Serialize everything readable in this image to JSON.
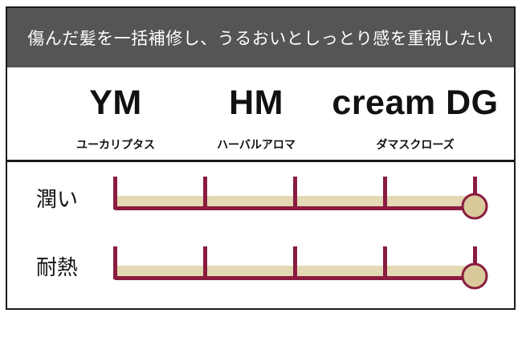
{
  "header": {
    "title": "傷んだ髪を一括補修し、うるおいとしっとり感を重視したい"
  },
  "products": [
    {
      "name": "YM",
      "scent": "ユーカリプタス"
    },
    {
      "name": "HM",
      "scent": "ハーバルアロマ"
    },
    {
      "name": "cream DG",
      "scent": "ダマスクローズ"
    }
  ],
  "ratings": [
    {
      "label": "潤い",
      "level": 5,
      "max": 5
    },
    {
      "label": "耐熱",
      "level": 5,
      "max": 5
    }
  ],
  "colors": {
    "header_bg": "#555555",
    "scale_line": "#8a1c3f",
    "scale_fill": "#e3d9b5",
    "knob_fill": "#d9c99a",
    "knob_stroke": "#8a1c3f"
  }
}
